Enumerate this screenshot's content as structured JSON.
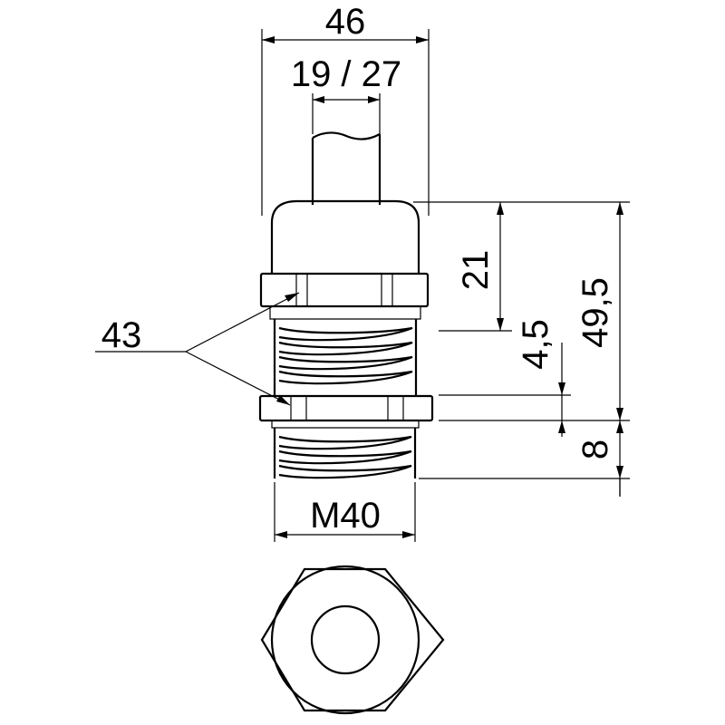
{
  "drawing": {
    "dimensions": {
      "overall_width": "46",
      "cable_range": "19 / 27",
      "cap_height": "21",
      "locknut_gap": "4,5",
      "total_height": "49,5",
      "thread_length": "8",
      "hex_width": "43",
      "thread": "M40"
    }
  }
}
